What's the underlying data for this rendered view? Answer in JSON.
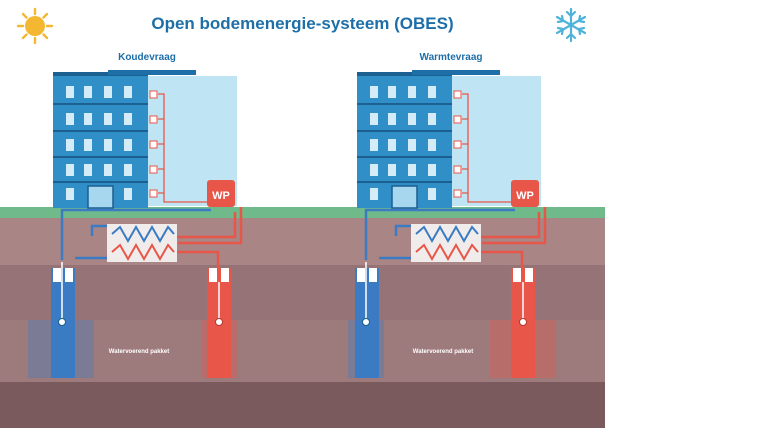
{
  "title": "Open bodemenergie-systeem (OBES)",
  "icons": {
    "left": "sun-icon",
    "right": "snowflake-icon"
  },
  "colors": {
    "title": "#1e6fa8",
    "sun": "#f4b731",
    "snow": "#4fb3d9",
    "building": "#2f8fc6",
    "building_dark": "#1c5f91",
    "building_side": "#bfe4f3",
    "grass": "#6fb98a",
    "soil_top": "#a98685",
    "soil_mid": "#8f6e70",
    "soil_deep": "#7b5a5e",
    "aquifer": "#9d7b7d",
    "cold": "#3b7bc4",
    "warm": "#e8564a"
  },
  "panels": [
    {
      "demand_label": "Koudevraag",
      "heatpump_label": "WP",
      "aquifer_label": "Watervoerend pakket"
    },
    {
      "demand_label": "Warmtevraag",
      "heatpump_label": "WP",
      "aquifer_label": "Watervoerend pakket"
    }
  ]
}
